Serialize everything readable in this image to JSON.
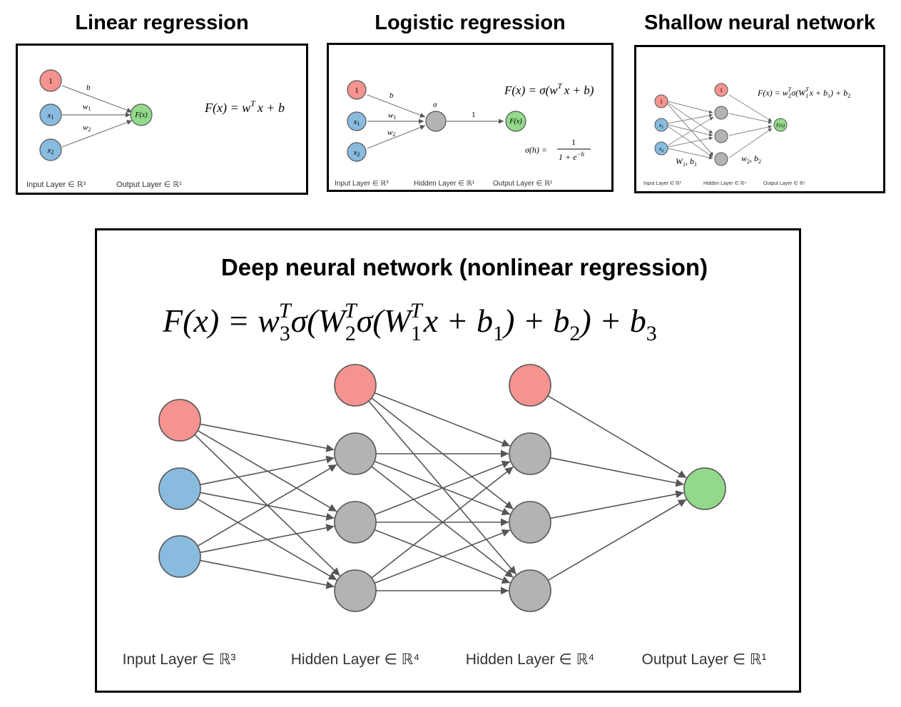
{
  "panels": {
    "linear": {
      "title": "Linear regression",
      "nodes": {
        "bias": "1",
        "x1": "x",
        "x1_sub": "1",
        "x2": "x",
        "x2_sub": "2",
        "out": "F(x)"
      },
      "edges": {
        "b": "b",
        "w1": "w",
        "w1_sub": "1",
        "w2": "w",
        "w2_sub": "2"
      },
      "equation": {
        "lhs": "F(x) = w",
        "sup": "T",
        "rhs": "x + b"
      },
      "layers": [
        "Input Layer ∈ ℝ³",
        "Output Layer ∈ ℝ¹"
      ]
    },
    "logistic": {
      "title": "Logistic regression",
      "nodes": {
        "bias": "1",
        "x1": "x",
        "x1_sub": "1",
        "x2": "x",
        "x2_sub": "2",
        "out": "F(x)"
      },
      "edges": {
        "b": "b",
        "w1": "w",
        "w1_sub": "1",
        "w2": "w",
        "w2_sub": "2",
        "sigma": "σ",
        "one": "1"
      },
      "equation": {
        "lhs": "F(x) = σ(w",
        "sup": "T",
        "rhs": "x + b)"
      },
      "sigmoid": {
        "lhs": "σ(h) =",
        "num": "1",
        "den": "1 + e",
        "den_sup": "−h"
      },
      "layers": [
        "Input Layer ∈ ℝ³",
        "Hidden Layer ∈ ℝ¹",
        "Output Layer ∈ ℝ¹"
      ]
    },
    "shallow": {
      "title": "Shallow neural network",
      "nodes": {
        "bias_in": "1",
        "bias_hid": "1",
        "x1": "x",
        "x1_sub": "1",
        "x2": "x",
        "x2_sub": "2",
        "out": "F(x)"
      },
      "equation": {
        "a": "F(x) = w",
        "a_sub": "2",
        "a_sup": "T",
        "b": "σ(W",
        "b_sub": "1",
        "b_sup": "T",
        "c": "x + b",
        "c_sub": "1",
        "d": ") + b",
        "d_sub": "2"
      },
      "params": {
        "W1": "W",
        "W1_sub": "1",
        "b1": ", b",
        "b1_sub": "1",
        "w2": "w",
        "w2_sub": "2",
        "b2": ", b",
        "b2_sub": "2"
      },
      "layers": [
        "Input Layer ∈ ℝ³",
        "Hidden Layer ∈ ℝ⁴",
        "Output Layer ∈ ℝ¹"
      ]
    },
    "deep": {
      "title": "Deep neural network (nonlinear regression)",
      "equation": {
        "p1": "F(x) = w",
        "p1_sub": "3",
        "p1_sup": "T",
        "p2": "σ(W",
        "p2_sub": "2",
        "p2_sup": "T",
        "p3": "σ(W",
        "p3_sub": "1",
        "p3_sup": "T",
        "p4": "x + b",
        "p4_sub": "1",
        "p5": ") + b",
        "p5_sub": "2",
        "p6": ") + b",
        "p6_sub": "3"
      },
      "layers": [
        "Input Layer ∈ ℝ³",
        "Hidden Layer ∈ ℝ⁴",
        "Hidden Layer ∈ ℝ⁴",
        "Output Layer ∈ ℝ¹"
      ]
    }
  },
  "colors": {
    "bias": "#f4938f",
    "input": "#88bbde",
    "hidden": "#b3b3b3",
    "output": "#93d98b",
    "stroke": "#555555",
    "edge": "#555555"
  }
}
